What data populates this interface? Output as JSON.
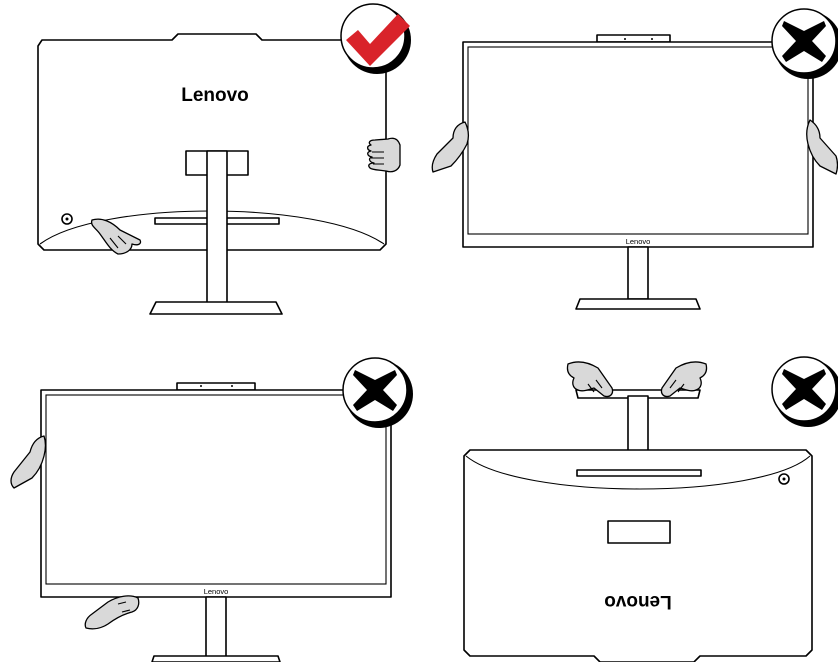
{
  "panels": [
    {
      "brand": "Lenovo",
      "verdict": "correct",
      "verdict_symbol": "check-mark"
    },
    {
      "brand": "Lenovo",
      "verdict": "incorrect",
      "verdict_symbol": "x-mark"
    },
    {
      "brand": "Lenovo",
      "verdict": "incorrect",
      "verdict_symbol": "x-mark"
    },
    {
      "brand": "Lenovo",
      "verdict": "incorrect",
      "verdict_symbol": "x-mark"
    }
  ],
  "colors": {
    "check": "#d9232a",
    "cross": "#000000",
    "line": "#000000",
    "hand": "#d9d9d9"
  }
}
